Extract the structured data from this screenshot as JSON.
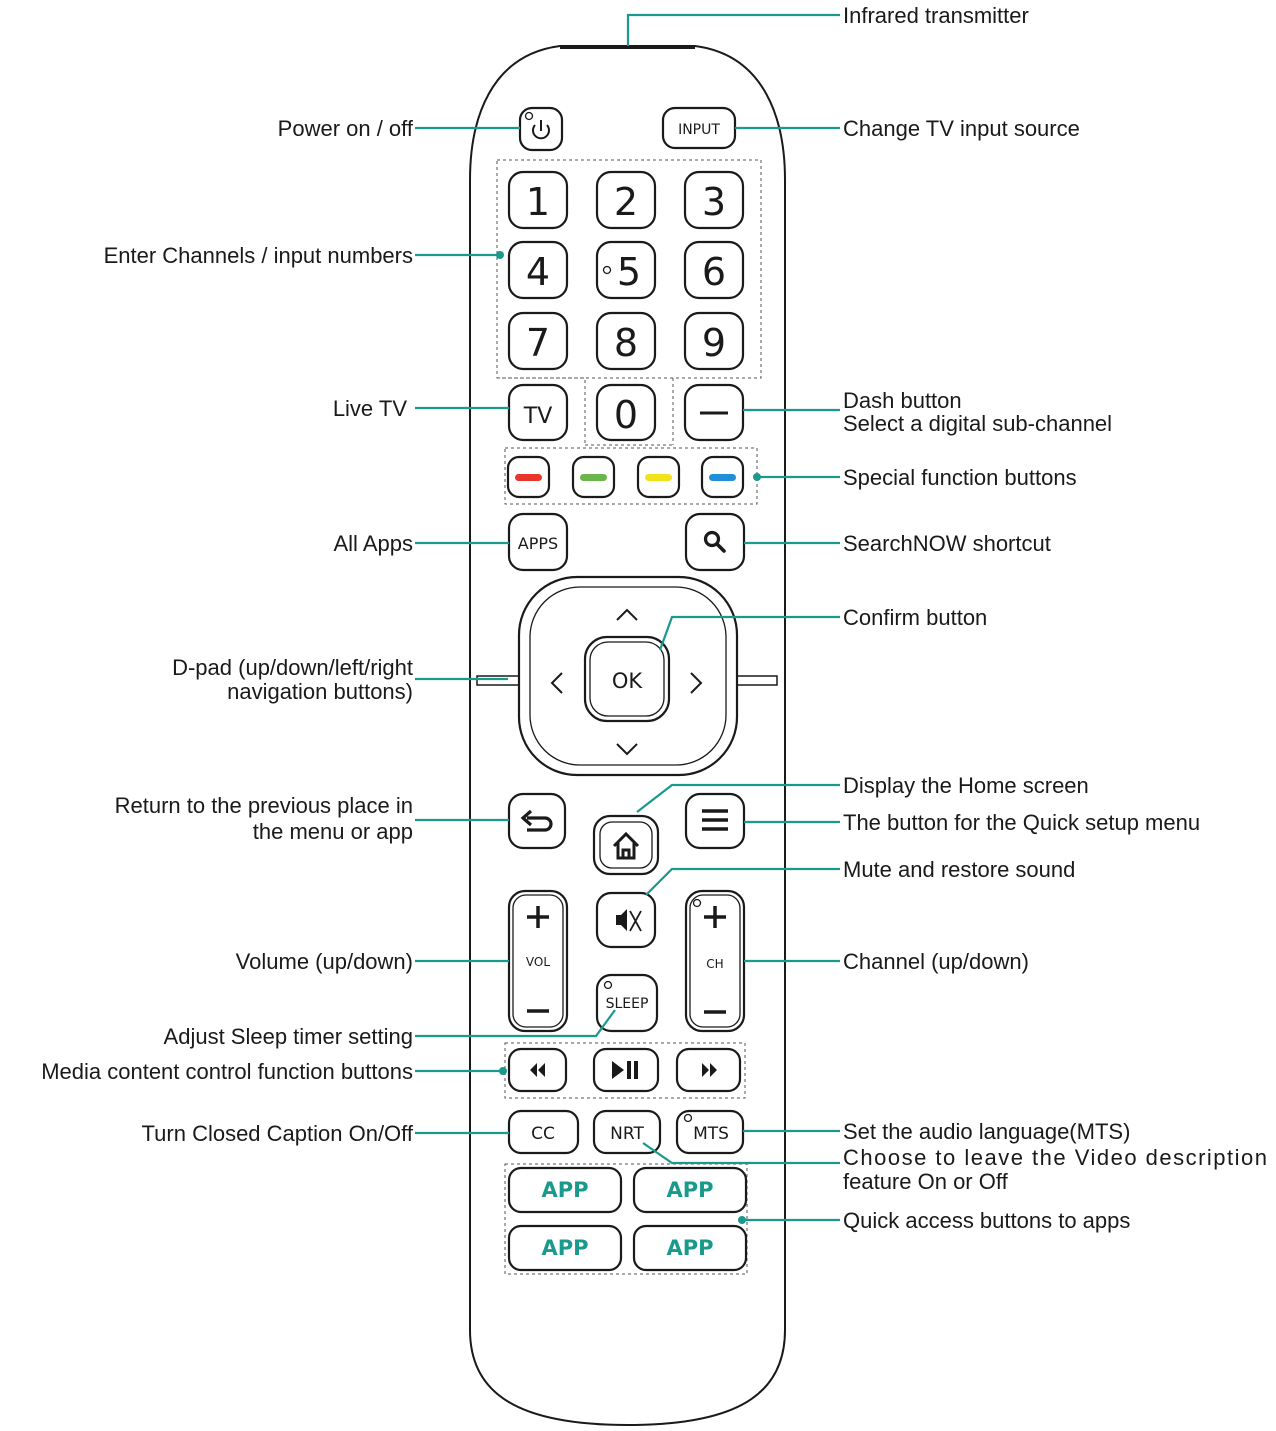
{
  "labels": {
    "infrared": "Infrared transmitter",
    "power": "Power on / off",
    "input_source": "Change TV input source",
    "numbers": "Enter Channels / input numbers",
    "live_tv": "Live TV",
    "dash_1": "Dash button",
    "dash_2": "Select a digital sub-channel",
    "special": "Special function buttons",
    "all_apps": "All Apps",
    "search": "SearchNOW shortcut",
    "confirm": "Confirm button",
    "dpad_1": "D-pad (up/down/left/right",
    "dpad_2": "navigation buttons)",
    "home": "Display the Home screen",
    "return_1": "Return to the previous place in",
    "return_2": "the menu or app",
    "quick_setup": "The button for the Quick setup menu",
    "mute": "Mute and restore sound",
    "volume": "Volume (up/down)",
    "channel": "Channel (up/down)",
    "sleep": "Adjust Sleep timer setting",
    "media": "Media content control function buttons",
    "cc": "Turn Closed Caption On/Off",
    "mts": "Set the audio language(MTS)",
    "nrt_1": "Choose to leave the Video description",
    "nrt_2": "feature On or Off",
    "quick_apps": "Quick access buttons to apps"
  },
  "keys": {
    "input": "INPUT",
    "digits": [
      "1",
      "2",
      "3",
      "4",
      "5",
      "6",
      "7",
      "8",
      "9"
    ],
    "zero": "0",
    "tv": "TV",
    "apps": "APPS",
    "ok": "OK",
    "vol": "VOL",
    "ch": "CH",
    "sleep": "SLEEP",
    "cc": "CC",
    "nrt": "NRT",
    "mts": "MTS",
    "app": "APP"
  },
  "colors": {
    "leader": "#1a9a8c",
    "red_button": "#e8342a",
    "green_button": "#6ab64a",
    "yellow_button": "#f2e21a",
    "blue_button": "#1f8fd8",
    "app_text": "#1a9a8c"
  }
}
